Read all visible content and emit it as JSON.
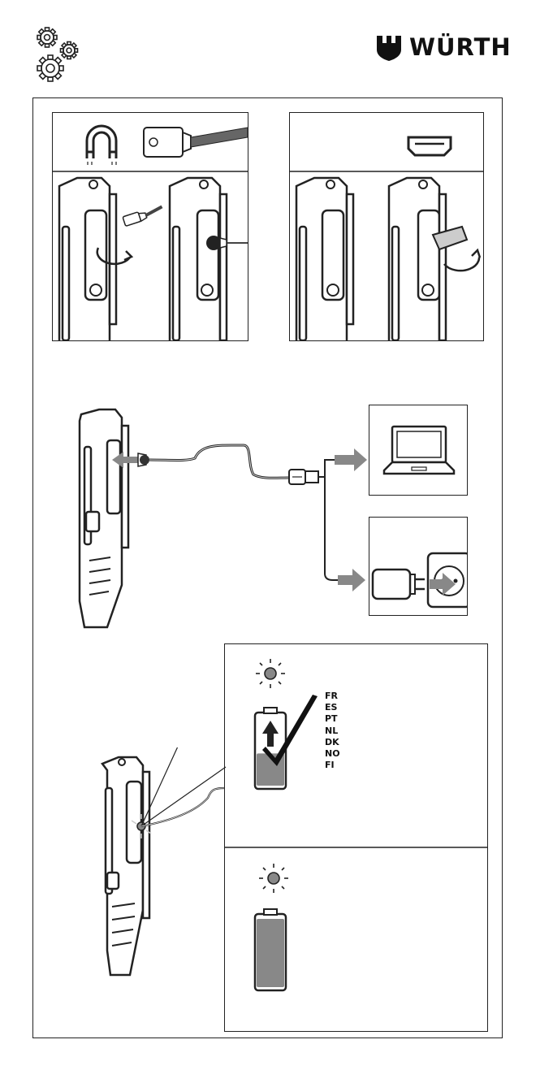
{
  "brand": {
    "name": "WÜRTH",
    "logo_icon": "wurth-logo-icon",
    "brand_color": "#111111"
  },
  "header": {
    "settings_icon": "gears-icon"
  },
  "panel_magnet": {
    "icons": [
      "magnet-icon",
      "magnetic-charging-plug-icon",
      "rotate-arrow-icon"
    ]
  },
  "panel_usb": {
    "icons": [
      "micro-usb-port-icon",
      "rotate-arrow-icon"
    ]
  },
  "charging": {
    "icons": [
      "usb-cable-icon",
      "laptop-icon",
      "wall-plug-adapter-icon",
      "power-socket-icon",
      "arrow-right-icon"
    ]
  },
  "status": {
    "charging_languages": [
      "FR",
      "ES",
      "PT",
      "NL",
      "DK",
      "NO",
      "FI"
    ],
    "colors": {
      "led_indicator": "#888888",
      "battery_fill": "#888888",
      "outline": "#222222"
    },
    "charging_level_fraction": 0.45,
    "full_level_fraction": 1.0
  }
}
